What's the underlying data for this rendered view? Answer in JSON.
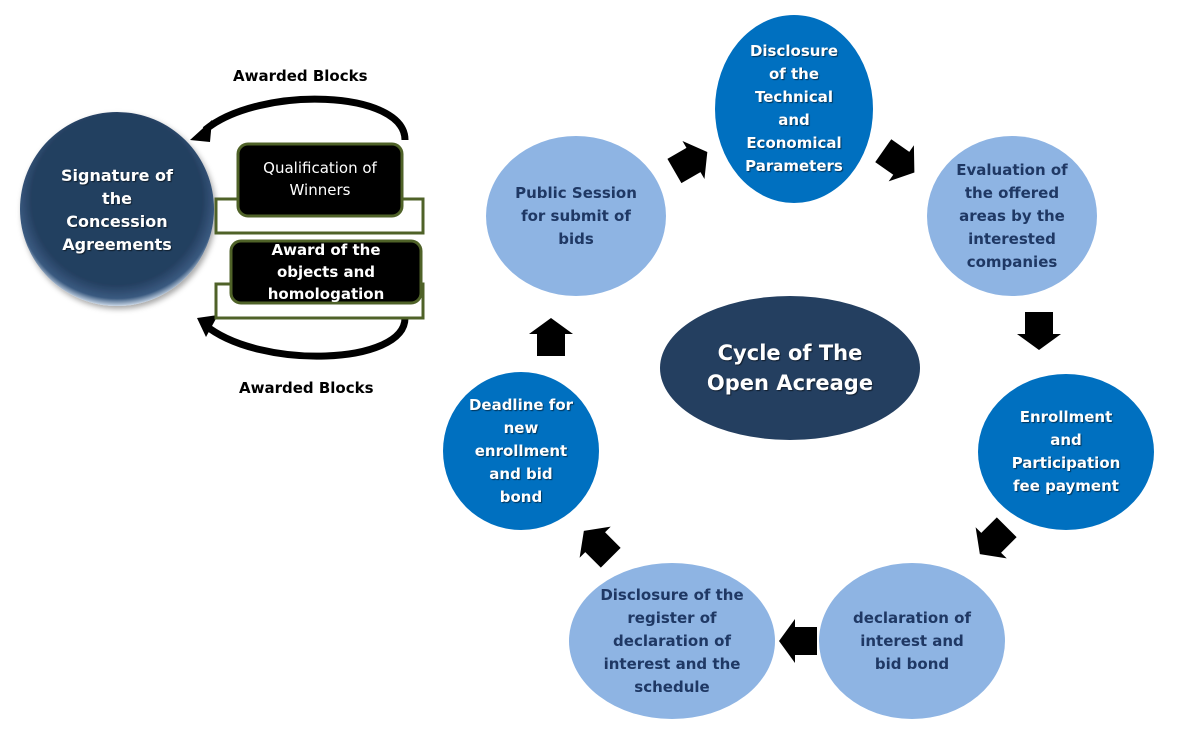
{
  "colors": {
    "light_node": "#8eb4e3",
    "dark_node": "#0070c0",
    "navy": "#243f60",
    "box_border": "#4f6228",
    "arrow": "#000000"
  },
  "left_panel": {
    "signature": "Signature of\nthe\nConcession\nAgreements",
    "qualification": "Qualification of\nWinners",
    "award": "Award of the\nobjects and\nhomologation",
    "awarded_blocks_top": "Awarded Blocks",
    "awarded_blocks_bottom": "Awarded Blocks"
  },
  "cycle": {
    "center_title": "Cycle of The\nOpen Acreage",
    "steps": [
      {
        "label": "Public Session\nfor submit of\nbids",
        "style": "light"
      },
      {
        "label": "Disclosure\nof the\nTechnical\nand\nEconomical\nParameters",
        "style": "dark"
      },
      {
        "label": "Evaluation of\nthe offered\nareas by the\ninterested\ncompanies",
        "style": "light"
      },
      {
        "label": "Enrollment\nand\nParticipation\nfee payment",
        "style": "dark"
      },
      {
        "label": "declaration of\ninterest and\nbid bond",
        "style": "light"
      },
      {
        "label": "Disclosure of the\nregister of\ndeclaration of\ninterest and the\nschedule",
        "style": "light"
      },
      {
        "label": "Deadline for\nnew\nenrollment\nand  bid\nbond",
        "style": "dark"
      }
    ]
  }
}
